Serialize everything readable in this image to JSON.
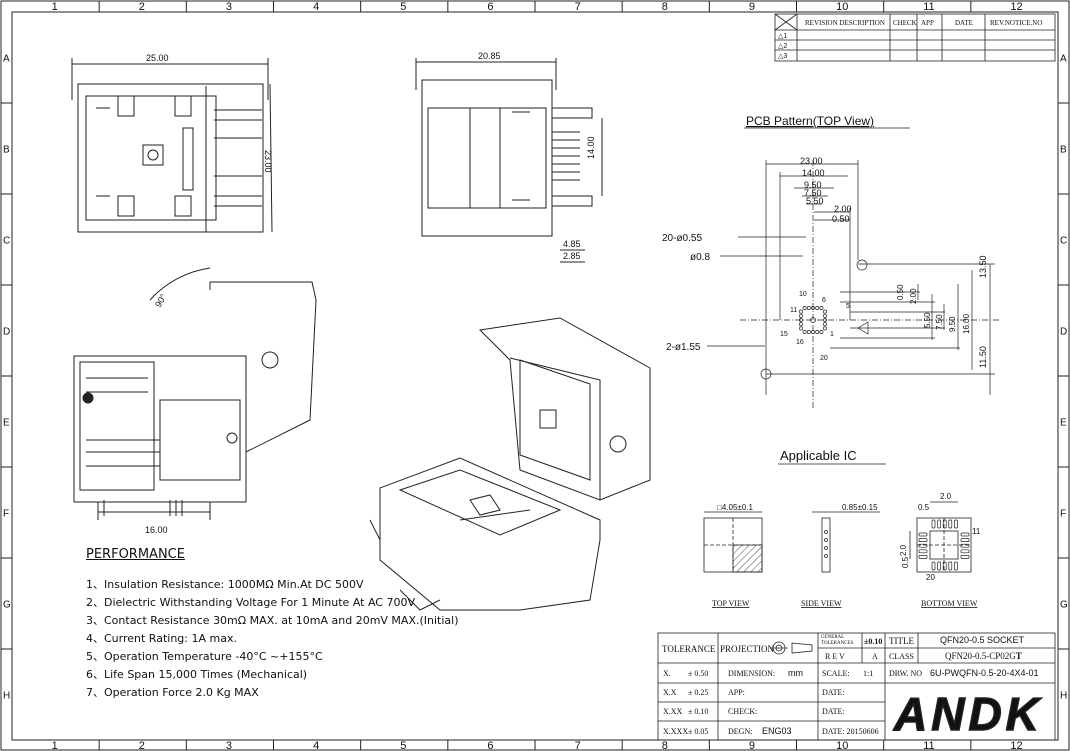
{
  "border": {
    "columns": [
      "1",
      "2",
      "3",
      "4",
      "5",
      "6",
      "7",
      "8",
      "9",
      "10",
      "11",
      "12"
    ],
    "rows": [
      "A",
      "B",
      "C",
      "D",
      "E",
      "F",
      "G",
      "H"
    ]
  },
  "revision_table": {
    "headers": [
      "REVISION DESCRIPTION",
      "CHECK",
      "APP",
      "DATE",
      "REV.NOTICE.NO"
    ],
    "rows": [
      "1",
      "2",
      "3"
    ]
  },
  "views": {
    "top": {
      "width_dim": "25.00",
      "height_dim": "23.00"
    },
    "side": {
      "width_dim": "20.85",
      "height_dim": "14.00",
      "dim_a": "4.85",
      "dim_b": "2.85"
    },
    "section": {
      "angle_dim": "90°",
      "width_dim": "16.00"
    }
  },
  "pcb_pattern": {
    "title": "PCB Pattern(TOP View)",
    "h_dims": [
      "23.00",
      "14.00",
      "9.50",
      "7.50",
      "5.50",
      "2.00",
      "0.50"
    ],
    "v_dims": [
      "13.50",
      "0.50",
      "2.00",
      "5.50",
      "7.50",
      "9.50",
      "16.00",
      "11.50"
    ],
    "callouts": [
      "20-ø0.55",
      "ø0.8",
      "2-ø1.55"
    ],
    "pin_labels": [
      "10",
      "6",
      "5",
      "11",
      "1",
      "15",
      "16",
      "20"
    ]
  },
  "applicable_ic": {
    "title": "Applicable IC",
    "top_dim": "4.05±0.1",
    "side_dim": "0.85±0.15",
    "bottom_dims": [
      "2.0",
      "0.5",
      "11",
      "2.0",
      "0.5",
      "20"
    ],
    "view_labels": [
      "TOP VIEW",
      "SIDE VIEW",
      "BOTTOM VIEW"
    ]
  },
  "performance": {
    "title": "PERFORMANCE",
    "items": [
      "1、Insulation Resistance: 1000MΩ Min.At DC 500V",
      "2、Dielectric Withstanding Voltage For 1 Minute At AC 700V",
      "3、Contact Resistance 30mΩ MAX. at 10mA and 20mV MAX.(Initial)",
      "4、Current Rating: 1A max.",
      "5、Operation Temperature -40°C ~+155°C",
      "6、Life Span 15,000 Times (Mechanical)",
      "7、Operation Force 2.0 Kg MAX"
    ]
  },
  "title_block": {
    "tolerance": "TOLERANCE",
    "projection": "PROJECTION",
    "general_tol": "GENERAL TOLERANCES",
    "general_tol_val": "±0.10",
    "title_label": "TITLE",
    "title_value": "QFN20-0.5 SOCKET",
    "rev_label": "R E V",
    "rev_value": "A",
    "class_label": "CLASS",
    "class_value": "QFN20-0.5-CP02G",
    "class_suffix": "T",
    "tol_rows": [
      {
        "label": "X.",
        "value": "± 0.50"
      },
      {
        "label": "X.X",
        "value": "± 0.25"
      },
      {
        "label": "X.XX",
        "value": "± 0.10"
      },
      {
        "label": "X.XXX",
        "value": "± 0.05"
      }
    ],
    "dimension_label": "DIMENSION:",
    "dimension_value": "mm",
    "scale_label": "SCALE:",
    "scale_value": "1:1",
    "dwg_label": "DRW. NO",
    "dwg_value": "6U-PWQFN-0.5-20-4X4-01",
    "app_label": "APP:",
    "date_label": "DATE:",
    "check_label": "CHECK:",
    "design_label": "DEGN:",
    "design_value": "ENG03",
    "date_value": "DATE: 20150606",
    "logo_text": "ANDK"
  }
}
